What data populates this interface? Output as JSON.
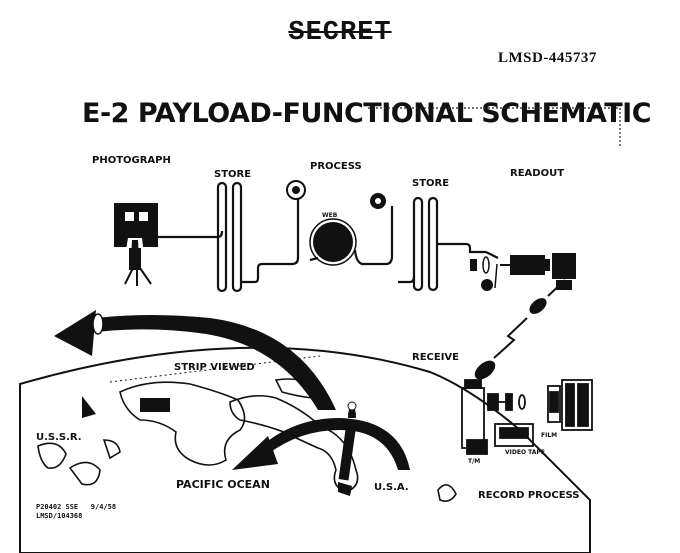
{
  "classification": "SECRET",
  "document_number": "LMSD-445737",
  "title": "E-2 PAYLOAD-FUNCTIONAL SCHEMATIC",
  "stages": {
    "photograph": "PHOTOGRAPH",
    "store_1": "STORE",
    "process": "PROCESS",
    "web": "WEB",
    "store_2": "STORE",
    "readout": "READOUT",
    "receive": "RECEIVE",
    "record_process": "RECORD PROCESS"
  },
  "ground_station": {
    "tm": "T/M",
    "video_tape": "VIDEO TAPE",
    "film": "FILM"
  },
  "map": {
    "strip_viewed": "STRIP VIEWED",
    "ussr": "U.S.S.R.",
    "pacific_ocean": "PACIFIC OCEAN",
    "usa": "U.S.A."
  },
  "footer": {
    "line1": "P20402 SSE   9/4/58",
    "line2": "LMSD/104368"
  }
}
